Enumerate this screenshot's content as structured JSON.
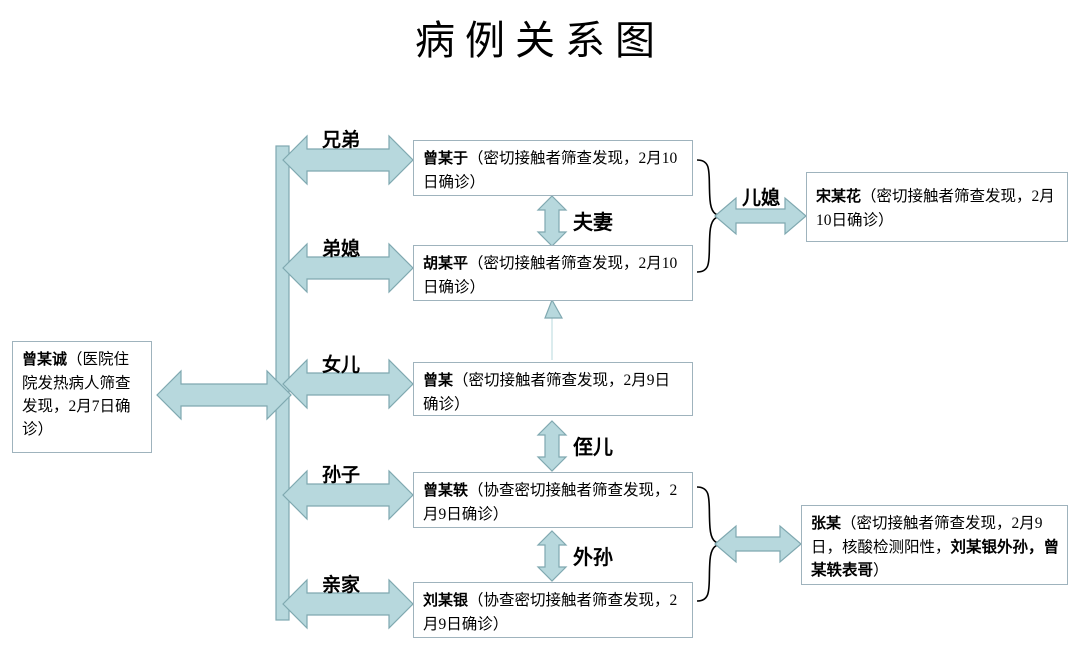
{
  "title": "病例关系图",
  "colors": {
    "arrow_fill": "#b7d8dd",
    "arrow_stroke": "#7fa8b0",
    "box_border": "#9fb3bd",
    "brace_stroke": "#000000",
    "text": "#000000",
    "background": "#ffffff"
  },
  "boxes": {
    "index": {
      "name": "曾某诚",
      "detail": "（医院住院发热病人筛查发现，2月7日确诊）"
    },
    "zeng_mou_yu": {
      "name": "曾某于",
      "detail": "（密切接触者筛查发现，2月10日确诊）"
    },
    "hu_mou_ping": {
      "name": "胡某平",
      "detail": "（密切接触者筛查发现，2月10日确诊）"
    },
    "zeng_mou": {
      "name": "曾某",
      "detail": "（密切接触者筛查发现，2月9日确诊）"
    },
    "zeng_mou_yi": {
      "name": "曾某轶",
      "detail": "（协查密切接触者筛查发现，2月9日确诊）"
    },
    "liu_mou_yin": {
      "name": "刘某银",
      "detail": "（协查密切接触者筛查发现，2月9日确诊）"
    },
    "song_mou_hua": {
      "name": "宋某花",
      "detail": "（密切接触者筛查发现，2月10日确诊）"
    },
    "zhang_mou": {
      "name": "张某",
      "detail_a": "（密切接触者筛查发现，2月9日，核酸检测阳性，",
      "detail_b": "刘某银外孙，曾某轶表哥",
      "detail_c": "）"
    }
  },
  "relations": {
    "brother": "兄弟",
    "sister_in_law": "弟媳",
    "daughter": "女儿",
    "grandson": "孙子",
    "in_laws": "亲家",
    "couple": "夫妻",
    "nephew": "侄儿",
    "daughter_in_law": "儿媳",
    "grandson_maternal": "外孙"
  }
}
